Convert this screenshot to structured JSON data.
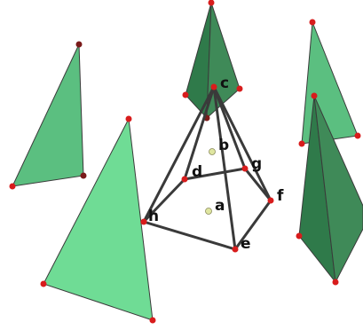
{
  "colors": {
    "face_light": "#6fdc95",
    "face_mid": "#5bbf80",
    "face_dark": "#2f7a4a",
    "face_darker": "#3f8a58",
    "edge": "#3a3a3a",
    "vertex_red": "#d81c1c",
    "vertex_dark": "#7a1a1a",
    "center_point": "#dfe6a0"
  },
  "labels": {
    "a": "a",
    "b": "b",
    "c": "c",
    "d": "d",
    "e": "e",
    "f": "f",
    "g": "g",
    "h": "h"
  }
}
